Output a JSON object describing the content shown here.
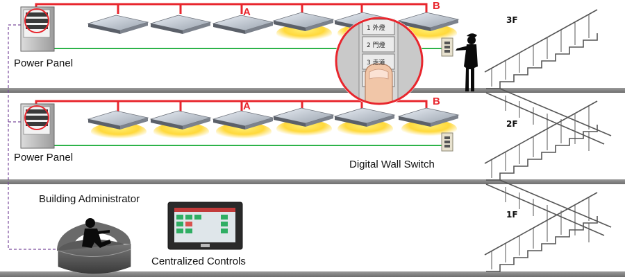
{
  "labels": {
    "power_panel_top": "Power Panel",
    "power_panel_mid": "Power Panel",
    "digital_wall_switch": "Digital Wall Switch",
    "building_administrator": "Building Administrator",
    "centralized_controls": "Centralized Controls"
  },
  "floors": {
    "f3": "3F",
    "f2": "2F",
    "f1": "1F"
  },
  "circuits": {
    "a": "A",
    "b": "B"
  },
  "switch_buttons": [
    "1 外燈",
    "2 門燈",
    "3 走道"
  ],
  "colors": {
    "power_line": "#e8262d",
    "control_line": "#2db34a",
    "admin_dashed": "#7a4a9c",
    "floor_slab": "#8e8e8e",
    "light_glow": "#ffd21a"
  }
}
